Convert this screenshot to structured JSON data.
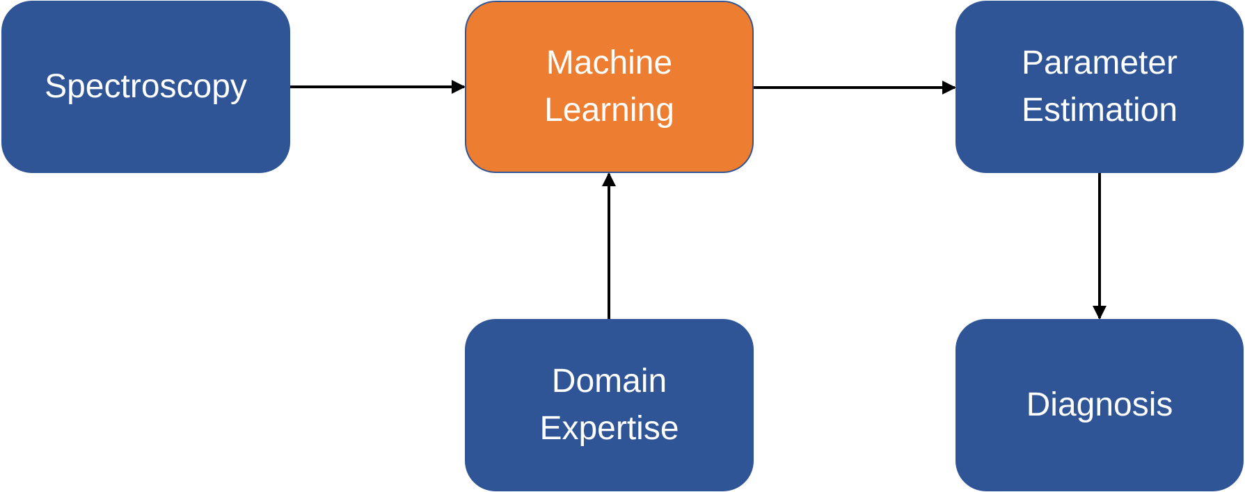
{
  "colors": {
    "node_default": "#2f5597",
    "node_highlight": "#ed7d31",
    "node_text": "#ffffff",
    "arrow": "#000000"
  },
  "nodes": {
    "spectroscopy": {
      "label": "Spectroscopy"
    },
    "machine_learning": {
      "line1": "Machine",
      "line2": "Learning"
    },
    "parameter_estimation": {
      "line1": "Parameter",
      "line2": "Estimation"
    },
    "domain_expertise": {
      "line1": "Domain",
      "line2": "Expertise"
    },
    "diagnosis": {
      "label": "Diagnosis"
    }
  },
  "edges": [
    {
      "from": "spectroscopy",
      "to": "machine_learning"
    },
    {
      "from": "machine_learning",
      "to": "parameter_estimation"
    },
    {
      "from": "domain_expertise",
      "to": "machine_learning"
    },
    {
      "from": "parameter_estimation",
      "to": "diagnosis"
    }
  ]
}
